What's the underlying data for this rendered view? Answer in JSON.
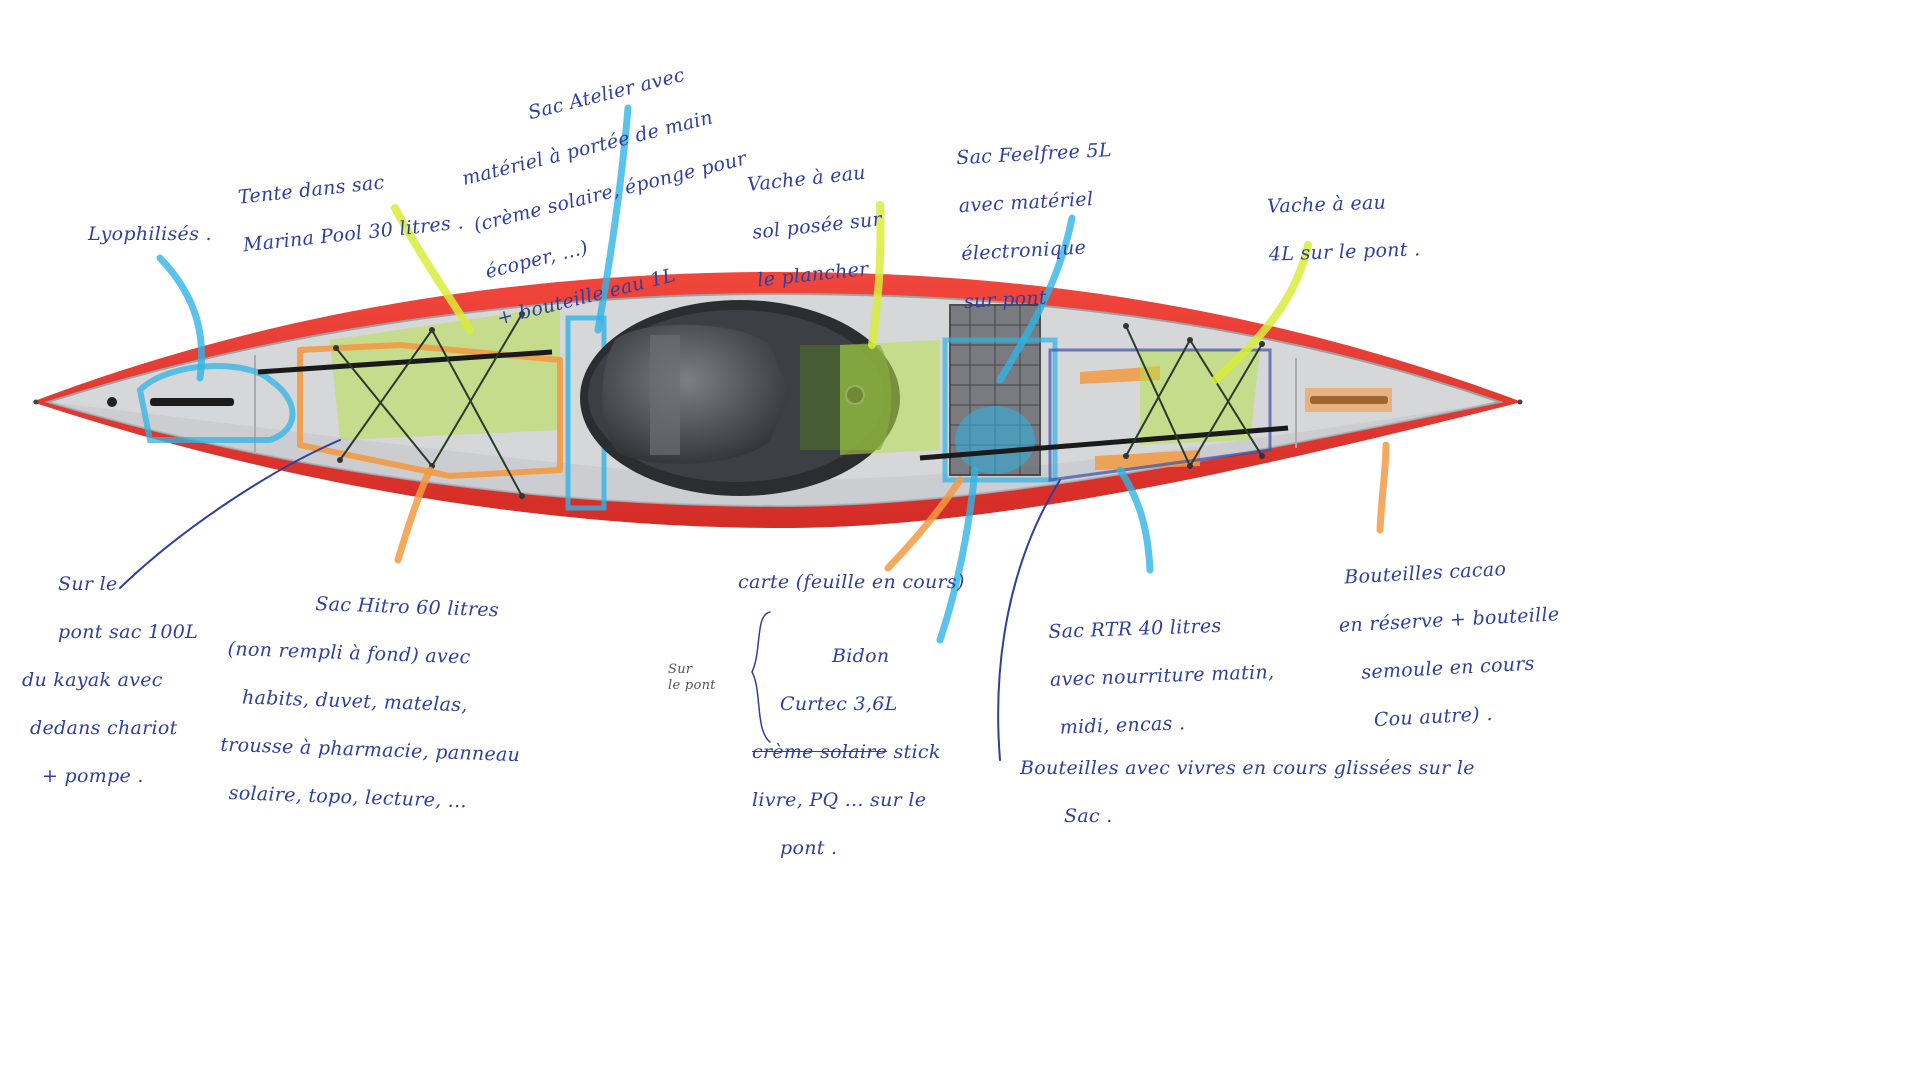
{
  "colors": {
    "ink": "#2f3f9e",
    "hull": "#e63a32",
    "deck": "#d8d9db",
    "highlight_blue": "#2fb4e6",
    "highlight_yellow": "#d9ec3a",
    "highlight_orange": "#f5953a",
    "highlight_green": "#a8dc3a"
  },
  "annotations": {
    "lyophilises": "Lyophilisés .",
    "tente_line1": "Tente dans sac",
    "tente_line2": "Marina Pool 30 litres .",
    "sac_atelier_line1": "Sac Atelier avec",
    "sac_atelier_line2": "matériel à portée de main",
    "sac_atelier_line3": "(crème solaire, éponge pour",
    "sac_atelier_line4": "écoper, ...)",
    "sac_atelier_line5": "+ bouteille eau 1L",
    "vache_sol_line1": "Vache à eau",
    "vache_sol_line2": "sol posée sur",
    "vache_sol_line3": "le plancher",
    "sac_feelfree_line1": "Sac Feelfree 5L",
    "sac_feelfree_line2": "avec matériel",
    "sac_feelfree_line3": "électronique",
    "sac_feelfree_line4": "sur pont",
    "vache_pont_line1": "Vache à eau",
    "vache_pont_line2": "4L sur le pont .",
    "sur_le_pont_sac_line1": "Sur le",
    "sur_le_pont_sac_line2": "pont sac 100L",
    "sur_le_pont_sac_line3": "du kayak avec",
    "sur_le_pont_sac_line4": "dedans chariot",
    "sur_le_pont_sac_line5": "+ pompe .",
    "sac_hitro_line1": "Sac Hitro 60 litres",
    "sac_hitro_line2": "(non rempli à fond) avec",
    "sac_hitro_line3": "habits, duvet, matelas,",
    "sac_hitro_line4": "trousse à pharmacie, panneau",
    "sac_hitro_line5": "solaire, topo, lecture, ...",
    "carte": "carte (feuille en cours)",
    "sur_le_pont_small": "Sur\nle pont",
    "bidon_line1": "Bidon",
    "bidon_line2": "Curtec 3,6L",
    "bidon_strike": "crème solaire",
    "bidon_line3_suffix": " stick",
    "bidon_line4": "livre, PQ ... sur le",
    "bidon_line5": "pont .",
    "sac_rtr_line1": "Sac RTR 40 litres",
    "sac_rtr_line2": "avec nourriture matin,",
    "sac_rtr_line3": "midi, encas .",
    "bouteilles_line1": "Bouteilles avec vivres en cours glissées sur le",
    "bouteilles_line2": "Sac .",
    "bouteilles_reserve_line1": "Bouteilles cacao",
    "bouteilles_reserve_line2": "en réserve + bouteille",
    "bouteilles_reserve_line3": "semoule en cours",
    "bouteilles_reserve_line4": "Cou autre) ."
  }
}
